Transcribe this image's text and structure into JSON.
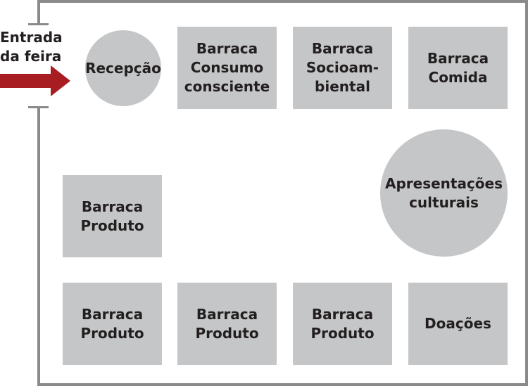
{
  "entrance": {
    "lines": [
      "Entrada",
      "da feira"
    ],
    "arrow_color": "#a81d22"
  },
  "colors": {
    "wall": "#8a8a8a",
    "booth": "#c4c6c7",
    "text": "#231f20"
  },
  "booths": {
    "reception": {
      "lines": [
        "Recepção"
      ]
    },
    "consumo": {
      "lines": [
        "Barraca",
        "Consumo",
        "consciente"
      ]
    },
    "socio": {
      "lines": [
        "Barraca",
        "Socioam-",
        "biental"
      ]
    },
    "comida": {
      "lines": [
        "Barraca",
        "Comida"
      ]
    },
    "apresentacoes": {
      "lines": [
        "Apresentações",
        "culturais"
      ]
    },
    "produto_left": {
      "lines": [
        "Barraca",
        "Produto"
      ]
    },
    "produto_1": {
      "lines": [
        "Barraca",
        "Produto"
      ]
    },
    "produto_2": {
      "lines": [
        "Barraca",
        "Produto"
      ]
    },
    "produto_3": {
      "lines": [
        "Barraca",
        "Produto"
      ]
    },
    "doacoes": {
      "lines": [
        "Doações"
      ]
    }
  }
}
